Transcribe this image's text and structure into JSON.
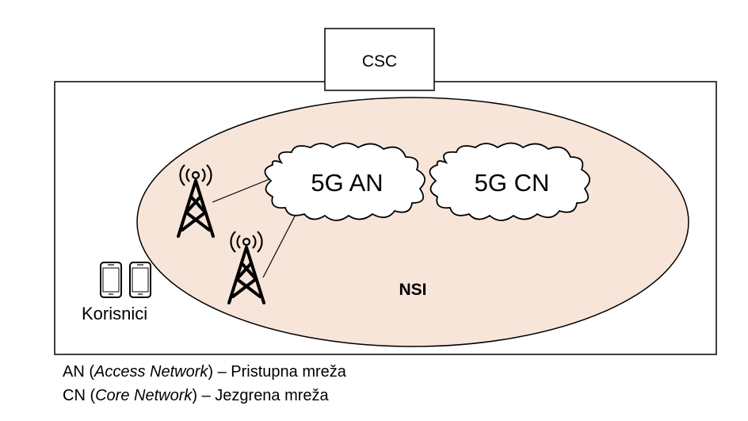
{
  "diagram": {
    "csc_label": "CSC",
    "nsi_label": "NSI",
    "an_cloud_label": "5G AN",
    "cn_cloud_label": "5G CN",
    "users_label": "Korisnici"
  },
  "legend": [
    {
      "abbr": "AN",
      "open": " (",
      "term": "Access Network",
      "close": ") – ",
      "meaning": "Pristupna mreža"
    },
    {
      "abbr": "CN",
      "open": " (",
      "term": "Core Network",
      "close": ") – ",
      "meaning": "Jezgrena mreža"
    }
  ],
  "colors": {
    "nsi_fill": "#F8E5D9",
    "stroke": "#000000",
    "background": "#FFFFFF"
  }
}
